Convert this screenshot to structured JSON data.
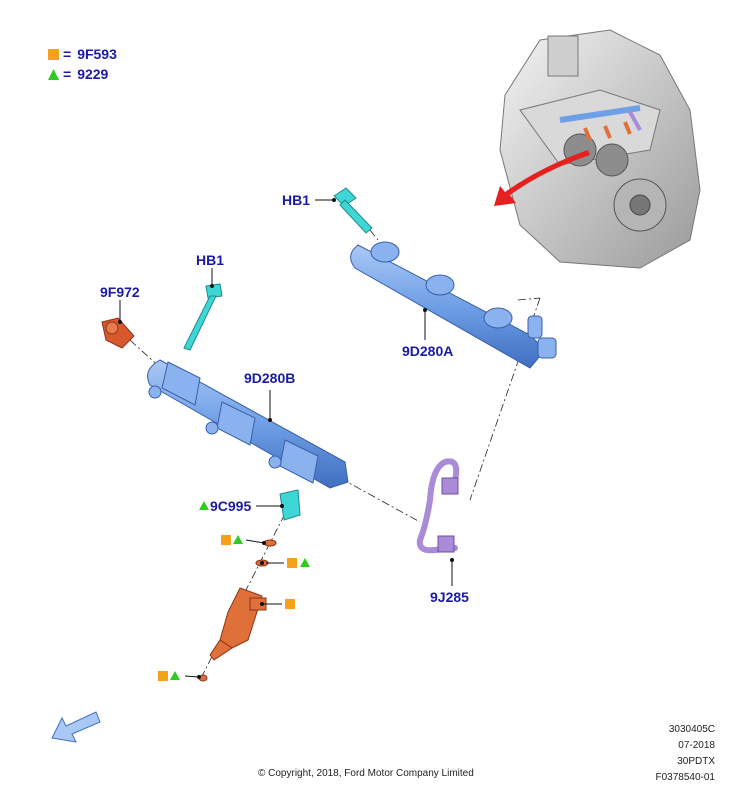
{
  "legend": {
    "items": [
      {
        "symbol": "square",
        "color": "#f5a21b",
        "eq": "=",
        "code": "9F593"
      },
      {
        "symbol": "triangle",
        "color": "#2ecc1f",
        "eq": "=",
        "code": "9229"
      }
    ]
  },
  "callouts": {
    "hb1_top": "HB1",
    "hb1_left": "HB1",
    "f972": "9F972",
    "d280a": "9D280A",
    "d280b": "9D280B",
    "c995": "9C995",
    "j285": "9J285"
  },
  "meta": {
    "line1": "3030405C",
    "line2": "07-2018",
    "line3": "30PDTX",
    "line4": "F0378540-01"
  },
  "copyright": "© Copyright, 2018, Ford Motor Company Limited",
  "colors": {
    "label_blue": "#1a1aa8",
    "rail_blue": "#6f9fe6",
    "bolt_cyan": "#3fd6d6",
    "sensor_red": "#d8582e",
    "tube_purple": "#a98bd8",
    "orange_marker": "#f5a21b",
    "green_marker": "#2ecc1f"
  }
}
